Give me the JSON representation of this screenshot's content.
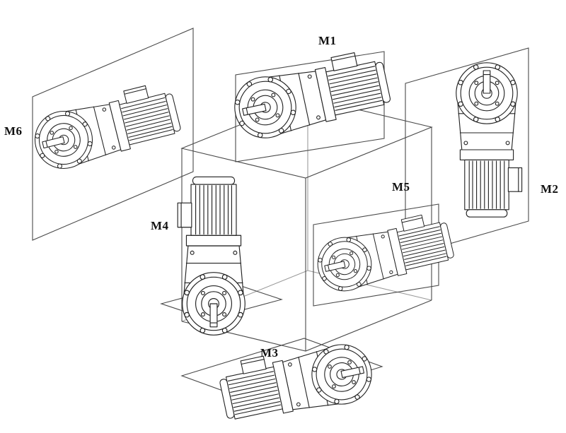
{
  "diagram": {
    "figure_type": "gearmotor-mounting-positions",
    "labels": {
      "m1": "M1",
      "m2": "M2",
      "m3": "M3",
      "m4": "M4",
      "m5": "M5",
      "m6": "M6"
    },
    "colors": {
      "background": "#ffffff",
      "motor_line": "#222222",
      "frame_line": "#4a4a4a"
    }
  }
}
